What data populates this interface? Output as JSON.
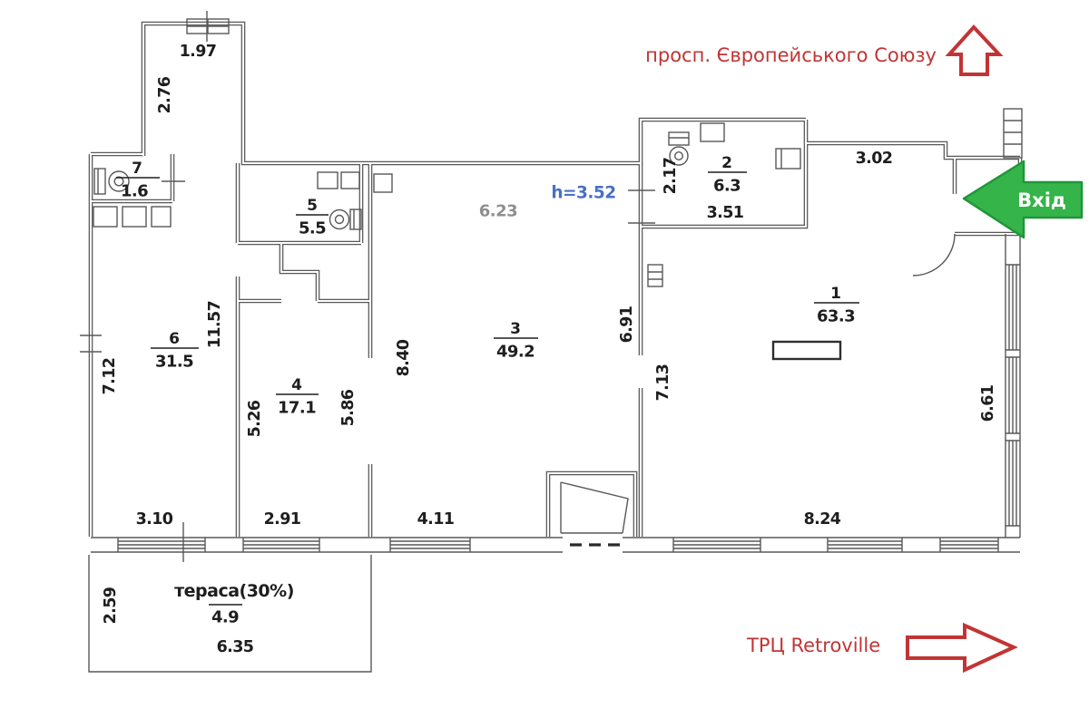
{
  "plan_title": "apartment floor plan",
  "annotations": {
    "street_label": "просп. Європейського Союзу",
    "mall_label": "ТРЦ Retroville",
    "entrance_label": "Вхід",
    "ceiling_height": "h=3.52",
    "colors": {
      "red": "#c23434",
      "green": "#35b44a",
      "blue": "#4a70c4",
      "walls": "#585858"
    }
  },
  "rooms": [
    {
      "number": "1",
      "area": "63.3"
    },
    {
      "number": "2",
      "area": "6.3"
    },
    {
      "number": "3",
      "area": "49.2"
    },
    {
      "number": "4",
      "area": "17.1"
    },
    {
      "number": "5",
      "area": "5.5"
    },
    {
      "number": "6",
      "area": "31.5"
    },
    {
      "number": "7",
      "area": "1.6"
    }
  ],
  "terrace": {
    "label": "тераса(30%)",
    "area": "4.9"
  },
  "dimensions": {
    "chimney_width": "1.97",
    "chimney_height": "2.76",
    "room6_left": "7.12",
    "room6_right": "11.57",
    "room4_left": "5.26",
    "room4_right": "5.86",
    "room3_left": "8.40",
    "room3_top": "6.23",
    "room3_right": "6.91",
    "room2_left": "2.17",
    "room2_bottom": "3.51",
    "entry_top": "3.02",
    "room1_left": "7.13",
    "room1_right": "6.61",
    "bottom_room6": "3.10",
    "bottom_room4": "2.91",
    "bottom_room3": "4.11",
    "bottom_room1": "8.24",
    "terrace_left": "2.59",
    "terrace_bottom": "6.35"
  }
}
